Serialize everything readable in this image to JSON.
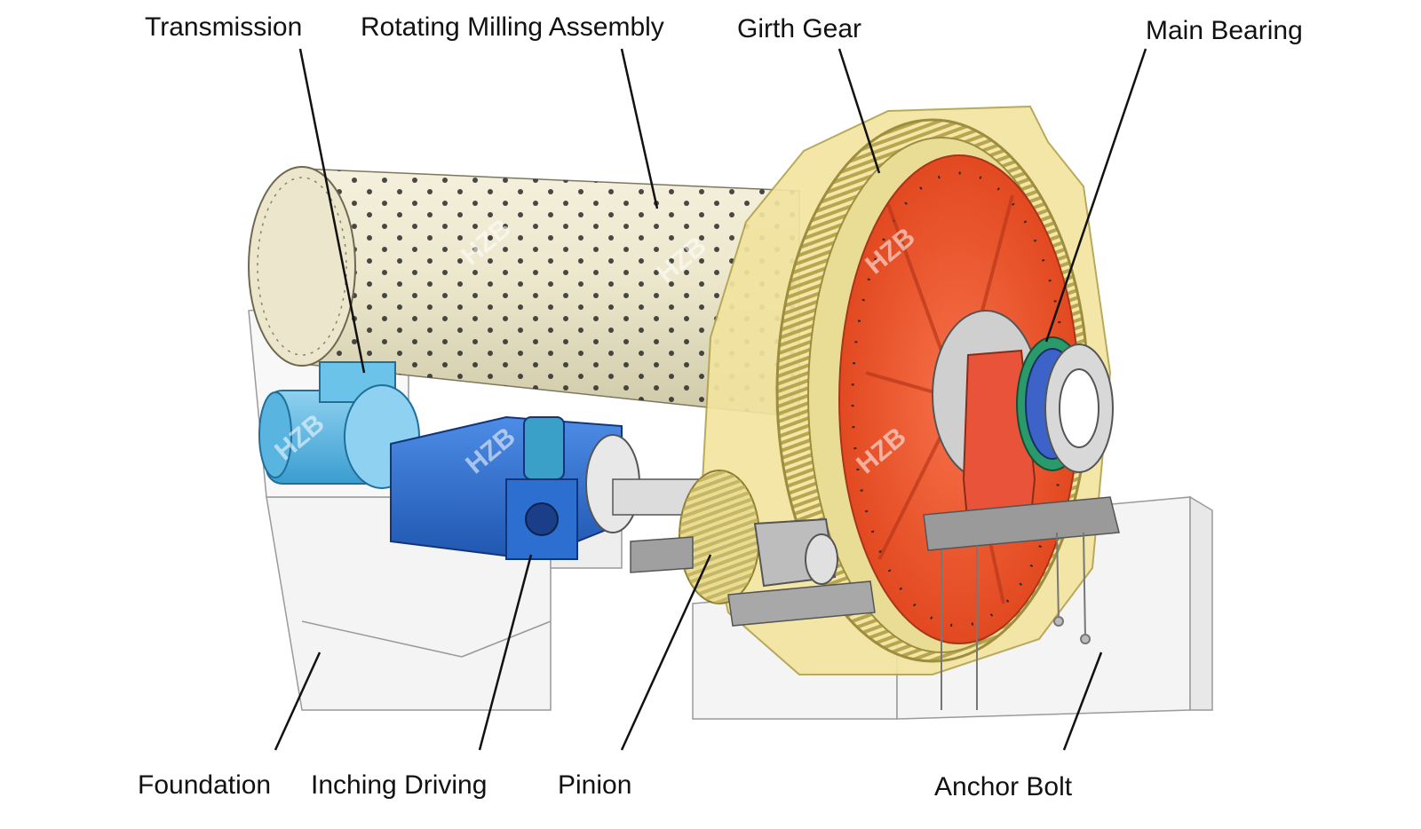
{
  "callouts": {
    "transmission": "Transmission",
    "rotating_milling_assembly": "Rotating Milling Assembly",
    "girth_gear": "Girth Gear",
    "main_bearing": "Main Bearing",
    "foundation": "Foundation",
    "inching_driving": "Inching Driving",
    "pinion": "Pinion",
    "anchor_bolt": "Anchor Bolt"
  },
  "watermark": "HZB",
  "colors": {
    "shell": "#ece7cc",
    "girth_gear": "#e8d98a",
    "head_plate": "#f05a28",
    "motor": "#5ab4e0",
    "gearbox": "#2c6fd1",
    "bearing_stand": "#e8533a",
    "foundation_line": "#9a9a9a"
  }
}
